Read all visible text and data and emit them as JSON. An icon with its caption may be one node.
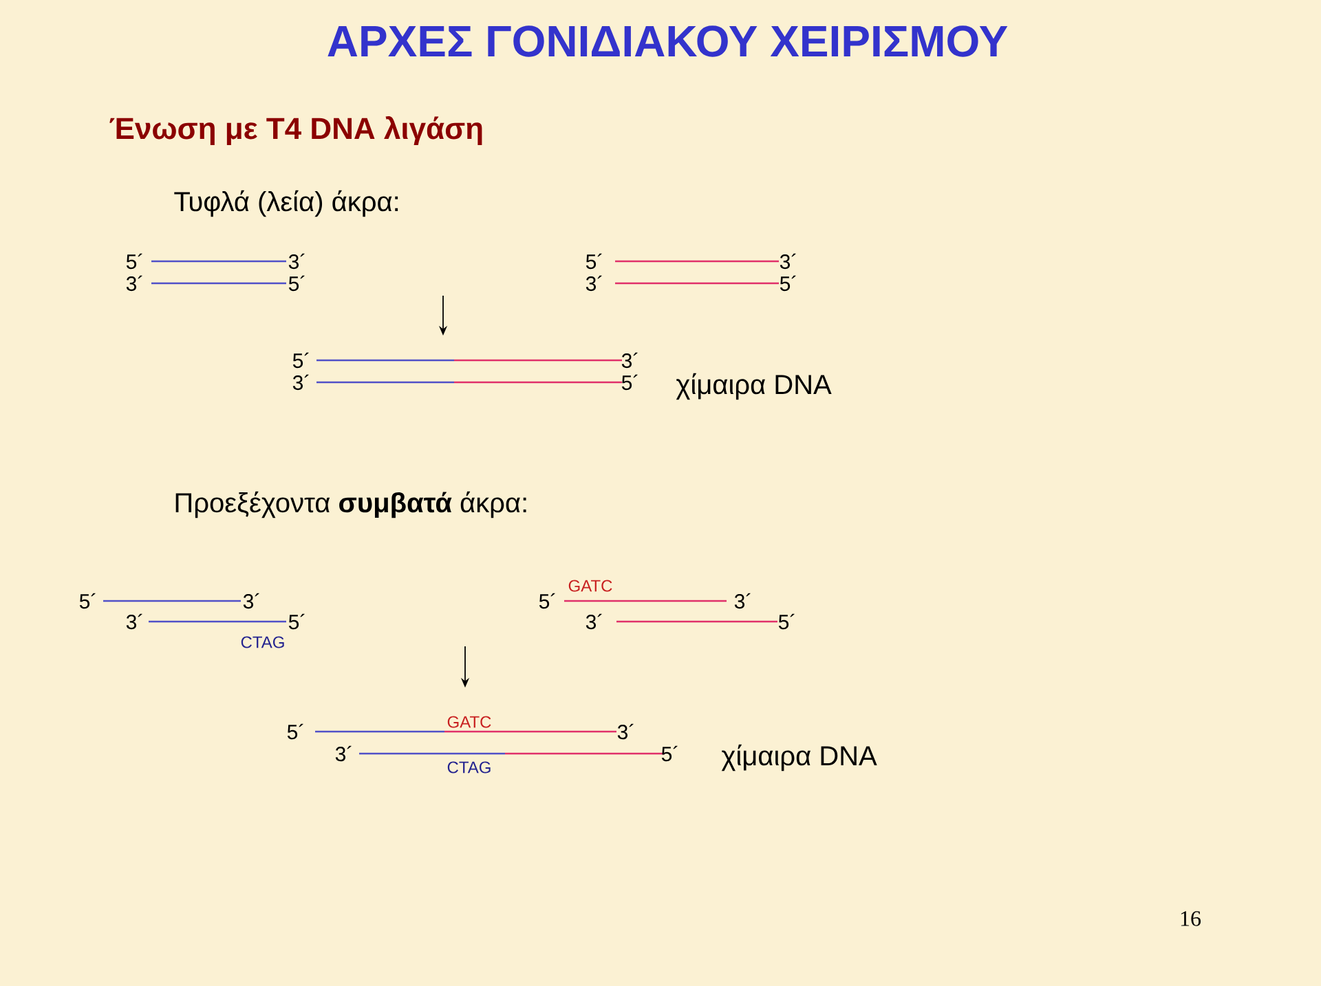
{
  "diagram": {
    "title": "ΑΡΧΕΣ ΓΟΝΙΔΙΑΚΟΥ ΧΕΙΡΙΣΜΟΥ",
    "labels": [
      "Ένωση με T4 DNA λιγάση",
      "Τυφλά (λεία) άκρα:",
      "5´",
      "3´",
      "5´",
      "3´",
      "3´",
      "5´",
      "3´",
      "5´",
      "5´",
      "3´",
      "3´",
      "5´",
      "χίμαιρα DNA",
      "Προεξέχοντα **συμβατά** άκρα:",
      "5´",
      "3´",
      "GATC",
      "5´",
      "3´",
      "3´",
      "5´",
      "3´",
      "5´",
      "CTAG",
      "GATC",
      "5´",
      "3´",
      "3´",
      "5´",
      "χίμαιρα DNA",
      "CTAG",
      "16"
    ]
  }
}
